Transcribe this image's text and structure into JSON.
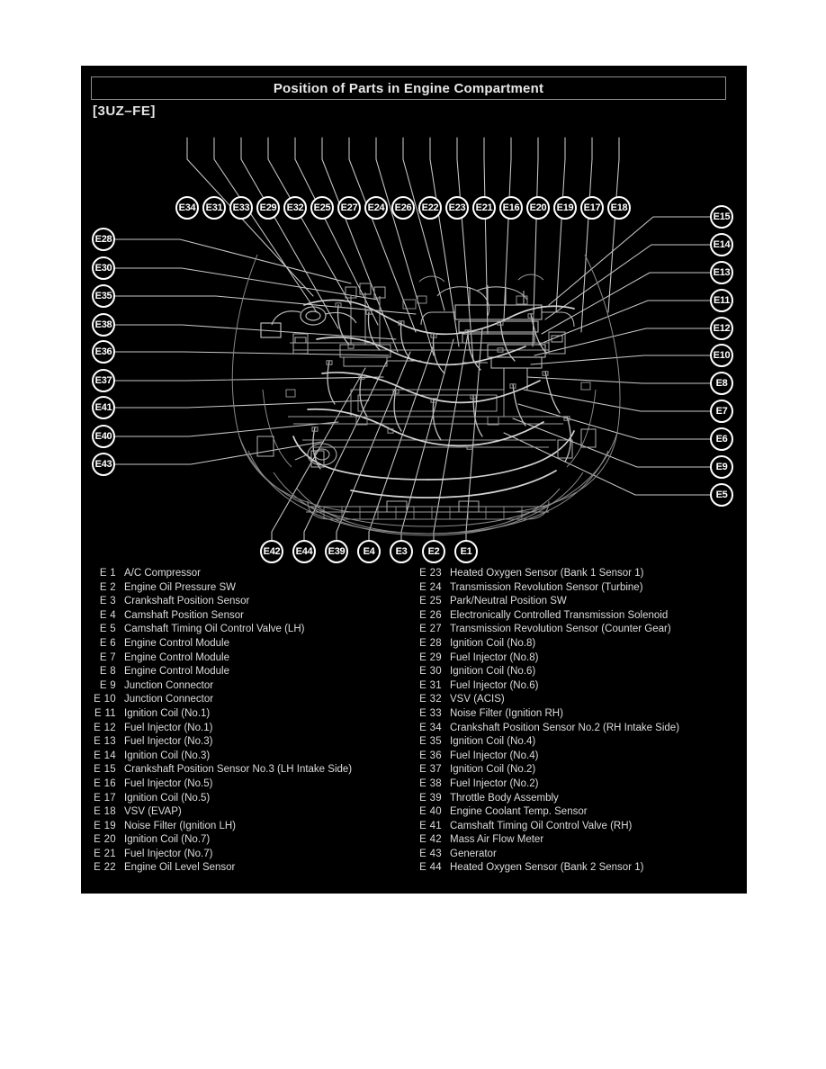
{
  "page": {
    "title": "Position of Parts in Engine Compartment",
    "engine_code": "[3UZ–FE]",
    "background_color": "#ffffff",
    "panel_color": "#000000",
    "line_color": "#b4b4b4",
    "text_color": "#dcdcdc"
  },
  "callouts": {
    "top": [
      "E34",
      "E31",
      "E33",
      "E29",
      "E32",
      "E25",
      "E27",
      "E24",
      "E26",
      "E22",
      "E23",
      "E21",
      "E16",
      "E20",
      "E19",
      "E17",
      "E18"
    ],
    "left": [
      "E28",
      "E30",
      "E35",
      "E38",
      "E36",
      "E37",
      "E41",
      "E40",
      "E43"
    ],
    "right": [
      "E15",
      "E14",
      "E13",
      "E11",
      "E12",
      "E10",
      "E8",
      "E7",
      "E6",
      "E9",
      "E5"
    ],
    "bottom": [
      "E42",
      "E44",
      "E39",
      "E4",
      "E3",
      "E2",
      "E1"
    ]
  },
  "legend": {
    "left": [
      {
        "code": "E  1",
        "name": "A/C Compressor"
      },
      {
        "code": "E  2",
        "name": "Engine Oil Pressure SW"
      },
      {
        "code": "E  3",
        "name": "Crankshaft Position Sensor"
      },
      {
        "code": "E  4",
        "name": "Camshaft Position Sensor"
      },
      {
        "code": "E  5",
        "name": "Camshaft Timing Oil Control Valve (LH)"
      },
      {
        "code": "E  6",
        "name": "Engine Control Module"
      },
      {
        "code": "E  7",
        "name": "Engine Control Module"
      },
      {
        "code": "E  8",
        "name": "Engine Control Module"
      },
      {
        "code": "E  9",
        "name": "Junction Connector"
      },
      {
        "code": "E 10",
        "name": "Junction Connector"
      },
      {
        "code": "E 11",
        "name": "Ignition Coil (No.1)"
      },
      {
        "code": "E 12",
        "name": "Fuel Injector (No.1)"
      },
      {
        "code": "E 13",
        "name": "Fuel Injector (No.3)"
      },
      {
        "code": "E 14",
        "name": "Ignition Coil (No.3)"
      },
      {
        "code": "E 15",
        "name": "Crankshaft Position Sensor No.3 (LH Intake Side)"
      },
      {
        "code": "E 16",
        "name": "Fuel Injector (No.5)"
      },
      {
        "code": "E 17",
        "name": "Ignition Coil (No.5)"
      },
      {
        "code": "E 18",
        "name": "VSV (EVAP)"
      },
      {
        "code": "E 19",
        "name": "Noise Filter (Ignition LH)"
      },
      {
        "code": "E 20",
        "name": "Ignition Coil (No.7)"
      },
      {
        "code": "E 21",
        "name": "Fuel Injector (No.7)"
      },
      {
        "code": "E 22",
        "name": "Engine Oil Level Sensor"
      }
    ],
    "right": [
      {
        "code": "E 23",
        "name": "Heated Oxygen Sensor (Bank 1 Sensor 1)"
      },
      {
        "code": "E 24",
        "name": "Transmission Revolution Sensor (Turbine)"
      },
      {
        "code": "E 25",
        "name": "Park/Neutral Position SW"
      },
      {
        "code": "E 26",
        "name": "Electronically Controlled Transmission Solenoid"
      },
      {
        "code": "E 27",
        "name": "Transmission Revolution Sensor (Counter Gear)"
      },
      {
        "code": "E 28",
        "name": "Ignition Coil (No.8)"
      },
      {
        "code": "E 29",
        "name": "Fuel Injector (No.8)"
      },
      {
        "code": "E 30",
        "name": "Ignition Coil (No.6)"
      },
      {
        "code": "E 31",
        "name": "Fuel Injector (No.6)"
      },
      {
        "code": "E 32",
        "name": "VSV (ACIS)"
      },
      {
        "code": "E 33",
        "name": "Noise Filter (Ignition RH)"
      },
      {
        "code": "E 34",
        "name": "Crankshaft Position Sensor No.2 (RH Intake Side)"
      },
      {
        "code": "E 35",
        "name": "Ignition Coil (No.4)"
      },
      {
        "code": "E 36",
        "name": "Fuel Injector (No.4)"
      },
      {
        "code": "E 37",
        "name": "Ignition Coil (No.2)"
      },
      {
        "code": "E 38",
        "name": "Fuel Injector (No.2)"
      },
      {
        "code": "E 39",
        "name": "Throttle Body Assembly"
      },
      {
        "code": "E 40",
        "name": "Engine Coolant Temp. Sensor"
      },
      {
        "code": "E 41",
        "name": "Camshaft Timing Oil Control Valve (RH)"
      },
      {
        "code": "E 42",
        "name": "Mass Air Flow Meter"
      },
      {
        "code": "E 43",
        "name": "Generator"
      },
      {
        "code": "E 44",
        "name": "Heated Oxygen Sensor (Bank 2 Sensor 1)"
      }
    ]
  }
}
